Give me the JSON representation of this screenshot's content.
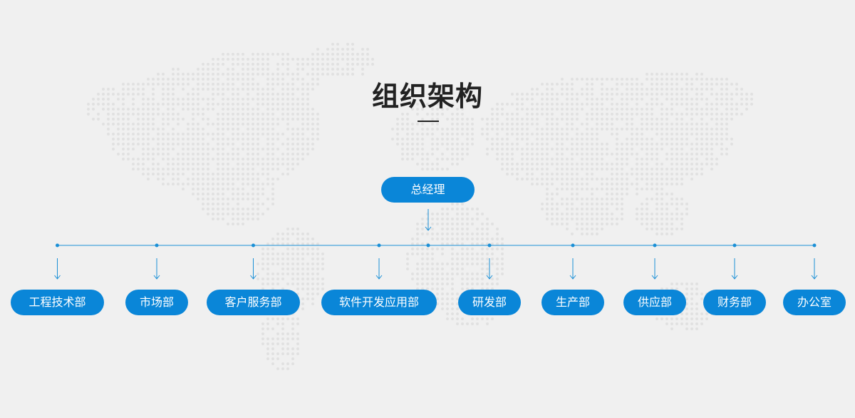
{
  "page": {
    "title": "组织架构"
  },
  "org_chart": {
    "root": {
      "label": "总经理"
    },
    "departments": [
      {
        "label": "工程技术部"
      },
      {
        "label": "市场部"
      },
      {
        "label": "客户服务部"
      },
      {
        "label": "软件开发应用部"
      },
      {
        "label": "研发部"
      },
      {
        "label": "生产部"
      },
      {
        "label": "供应部"
      },
      {
        "label": "财务部"
      },
      {
        "label": "办公室"
      }
    ]
  },
  "colors": {
    "background": "#f0f0f0",
    "accent": "#0a86d8",
    "line": "#1a8fd6",
    "title": "#222222",
    "map_dots": "#e2e2e2"
  }
}
